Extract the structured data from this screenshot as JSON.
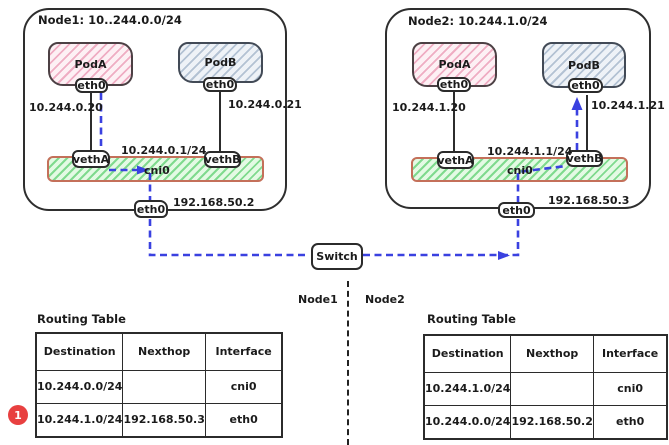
{
  "colors": {
    "flow_blue": "#3a41e0",
    "pod_a_pink": "#f3b8cb",
    "pod_b_blue": "#dbe4ee",
    "bridge_green": "#7de87d",
    "bridge_border": "#c4705a",
    "badge_red": "#e84040",
    "ink": "#2b2b2b"
  },
  "node1": {
    "title": "Node1: 10..244.0.0/24",
    "pod_a": {
      "name": "PodA",
      "iface": "eth0",
      "ip": "10.244.0.20"
    },
    "pod_b": {
      "name": "PodB",
      "iface": "eth0",
      "ip": "10.244.0.21"
    },
    "bridge": {
      "name": "cni0",
      "gateway": "10.244.0.1/24",
      "veth_a": "vethA",
      "veth_b": "vethB"
    },
    "host": {
      "iface": "eth0",
      "ip": "192.168.50.2"
    }
  },
  "node2": {
    "title": "Node2: 10.244.1.0/24",
    "pod_a": {
      "name": "PodA",
      "iface": "eth0",
      "ip": "10.244.1.20"
    },
    "pod_b": {
      "name": "PodB",
      "iface": "eth0",
      "ip": "10.244.1.21"
    },
    "bridge": {
      "name": "cni0",
      "gateway": "10.244.1.1/24",
      "veth_a": "vethA",
      "veth_b": "vethB"
    },
    "host": {
      "iface": "eth0",
      "ip": "192.168.50.3"
    }
  },
  "switch_label": "Switch",
  "divider": {
    "left": "Node1",
    "right": "Node2"
  },
  "tables": {
    "node1": {
      "title": "Routing Table",
      "headers": [
        "Destination",
        "Nexthop",
        "Interface"
      ],
      "rows": [
        [
          "10.244.0.0/24",
          "",
          "cni0"
        ],
        [
          "10.244.1.0/24",
          "192.168.50.3",
          "eth0"
        ]
      ]
    },
    "node2": {
      "title": "Routing Table",
      "headers": [
        "Destination",
        "Nexthop",
        "Interface"
      ],
      "rows": [
        [
          "10.244.1.0/24",
          "",
          "cni0"
        ],
        [
          "10.244.0.0/24",
          "192.168.50.2",
          "eth0"
        ]
      ]
    }
  },
  "badge": "1"
}
